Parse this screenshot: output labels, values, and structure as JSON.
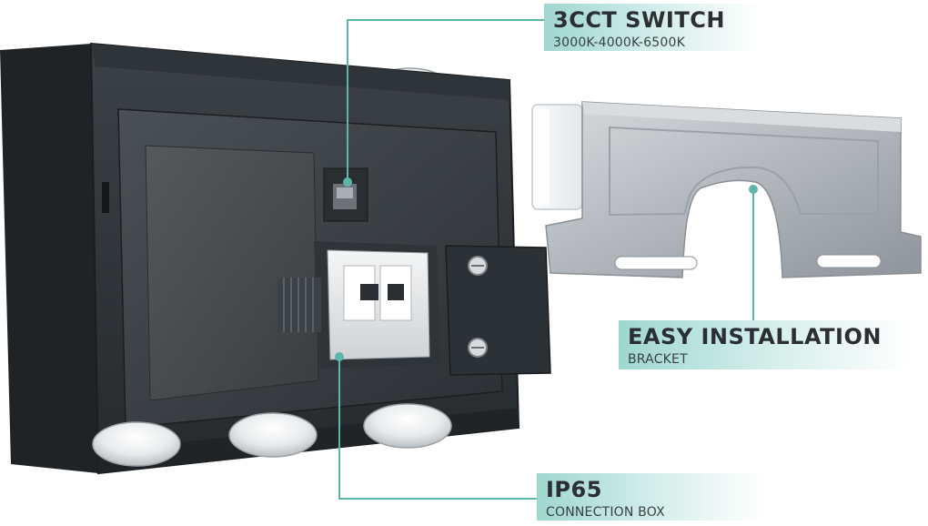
{
  "callouts": {
    "switch": {
      "title": "3CCT SWITCH",
      "subtitle": "3000K-4000K-6500K"
    },
    "installation": {
      "title": "EASY INSTALLATION",
      "subtitle": "BRACKET"
    },
    "connection": {
      "title": "IP65",
      "subtitle": "CONNECTION BOX"
    }
  },
  "colors": {
    "accent": "#5bb7aa",
    "housing": "#2b3033",
    "housing_mid": "#3a3f43",
    "housing_light": "#4a5055",
    "bracket": "#b7bcc1",
    "bracket_shadow": "#8f959b"
  }
}
